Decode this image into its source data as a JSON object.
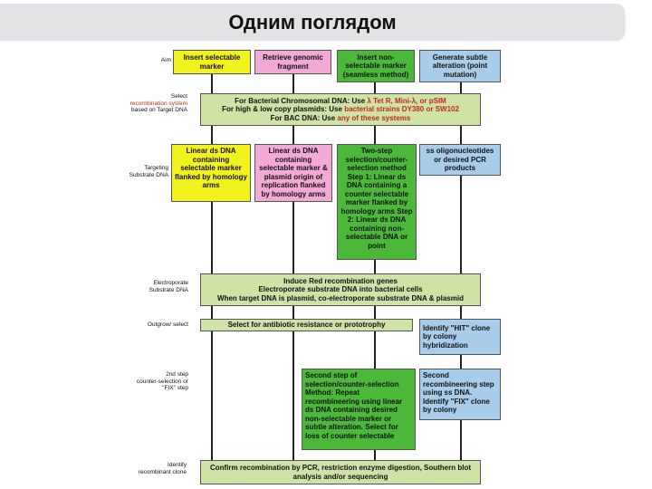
{
  "slide": {
    "title": "Одним поглядом"
  },
  "rows": {
    "aim": "Aim",
    "select_system_prefix": "Select",
    "select_system_red": "recombination system",
    "select_system_suffix": "based on Target DNA",
    "targeting": "Targeting Substrate DNA",
    "electroporate": "Electroporate Substrate DNA",
    "outgrow": "Outgrow/ select",
    "second_step_prefix": "2nd step",
    "second_step_rest": "counter-selection or \"FIX\" step",
    "identify": "Identify recombinant clone"
  },
  "aims": {
    "insert_selectable": "Insert selectable marker",
    "retrieve_genomic": "Retrieve genomic fragment",
    "insert_nonselectable": "Insert non-selectable marker (seamless method)",
    "generate_subtle": "Generate subtle alteration (point mutation)"
  },
  "select_box": {
    "line1_prefix": "For Bacterial Chromosomal DNA: Use ",
    "line1_red": "λ Tet R, Mini-λ, or pSIM",
    "line2_prefix": "For high & low copy plasmids: Use ",
    "line2_red": "bacterial strains DY380 or SW102",
    "line3_prefix": "For BAC DNA: Use ",
    "line3_red": "any of these systems"
  },
  "targeting": {
    "yellow": "Linear ds DNA containing selectable marker flanked by homology arms",
    "pink": "Linear ds DNA containing selectable marker & plasmid origin of replication flanked by homology arms",
    "green": "Two-step selection/counter-selection method Step 1: Linear ds DNA containing a counter selectable marker flanked by homology arms Step 2: Linear ds DNA containing non-selectable DNA or point",
    "blue": "ss oligonucleotides or desired PCR products"
  },
  "electroporate_box": {
    "line1": "Induce Red recombination genes",
    "line2": "Electroporate substrate DNA into bacterial cells",
    "line3": "When target DNA is plasmid, co-electroporate substrate DNA & plasmid"
  },
  "outgrow": {
    "select": "Select for antibiotic resistance or prototrophy",
    "identify_hit": "Identify \"HIT\" clone by colony hybridization"
  },
  "second_step": {
    "green": "Second step of selection/counter-selection Method: Repeat recombineering using linear ds DNA containing desired non-selectable marker or subtle alteration. Select for loss of counter selectable",
    "blue": "Second recombineering step using ss DNA. Identify \"FIX\" clone by colony"
  },
  "confirm": "Confirm recombination by PCR, restriction enzyme digestion, Southern blot analysis and/or sequencing"
}
